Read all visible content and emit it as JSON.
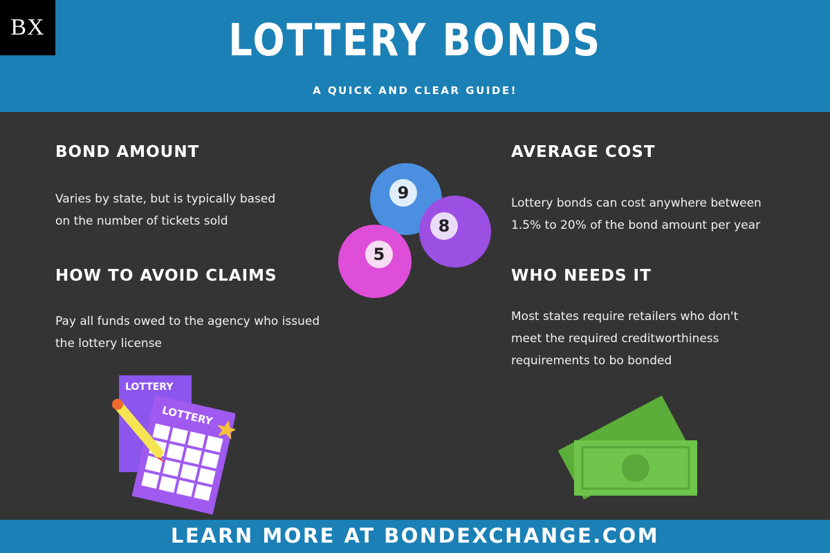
{
  "header": {
    "logo": "BX",
    "title": "LOTTERY BONDS",
    "subtitle": "A QUICK AND CLEAR GUIDE!"
  },
  "sections": [
    {
      "heading": "BOND AMOUNT",
      "lines": [
        "Varies by state, but is typically based",
        "on the number of tickets sold"
      ]
    },
    {
      "heading": "HOW TO AVOID CLAIMS",
      "lines": [
        "Pay all funds owed to the agency who issued",
        "the lottery license"
      ]
    },
    {
      "heading": "AVERAGE COST",
      "lines": [
        "Lottery bonds can cost anywhere between",
        "1.5% to 20% of the bond amount per year"
      ]
    },
    {
      "heading": "WHO NEEDS IT",
      "lines": [
        "Most states require retailers who don't",
        "meet the required creditworthiness",
        "requirements to bo bonded"
      ]
    }
  ],
  "illustrations": {
    "balls": [
      "9",
      "8",
      "5"
    ],
    "ticket_label": "LOTTERY"
  },
  "footer": {
    "text": "LEARN MORE AT BONDEXCHANGE.COM"
  },
  "colors": {
    "brand_blue": "#1b80b5",
    "background": "#343434"
  }
}
